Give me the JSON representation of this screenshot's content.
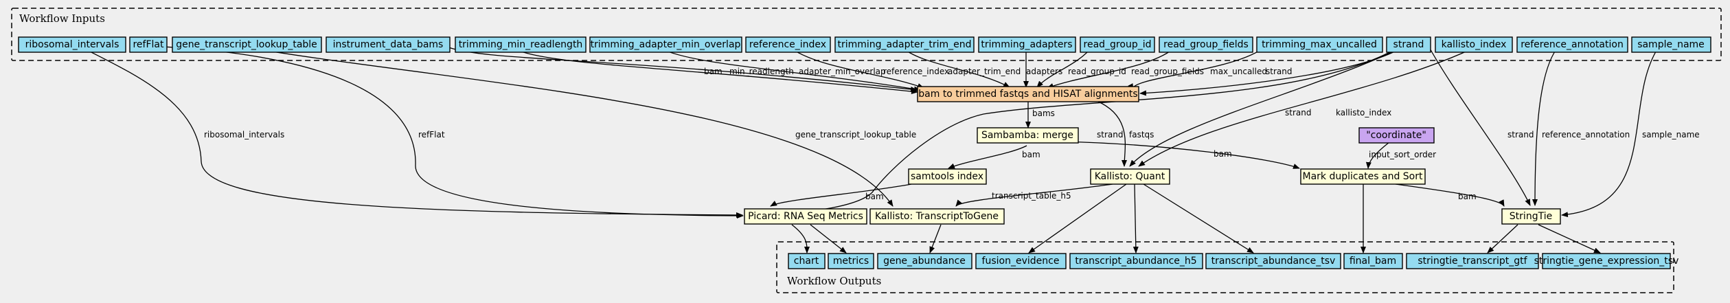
{
  "clusters": {
    "inputs_label": "Workflow Inputs",
    "outputs_label": "Workflow Outputs"
  },
  "colors": {
    "io_node": "#94dbf0",
    "step_node": "#ffffd8",
    "main_step_node": "#f8cd9c",
    "constant_node": "#c9a5f0",
    "background": "#efefef"
  },
  "inputs": {
    "ribosomal_intervals": "ribosomal_intervals",
    "refFlat": "refFlat",
    "gene_transcript_lookup_table": "gene_transcript_lookup_table",
    "instrument_data_bams": "instrument_data_bams",
    "trimming_min_readlength": "trimming_min_readlength",
    "trimming_adapter_min_overlap": "trimming_adapter_min_overlap",
    "reference_index": "reference_index",
    "trimming_adapter_trim_end": "trimming_adapter_trim_end",
    "trimming_adapters": "trimming_adapters",
    "read_group_id": "read_group_id",
    "read_group_fields": "read_group_fields",
    "trimming_max_uncalled": "trimming_max_uncalled",
    "strand": "strand",
    "kallisto_index": "kallisto_index",
    "reference_annotation": "reference_annotation",
    "sample_name": "sample_name"
  },
  "steps": {
    "bam_to_trimmed": "bam to trimmed fastqs and HISAT alignments",
    "sambamba_merge": "Sambamba: merge",
    "coordinate": "\"coordinate\"",
    "samtools_index": "samtools index",
    "kallisto_quant": "Kallisto: Quant",
    "mark_dup_sort": "Mark duplicates and Sort",
    "picard_rnaseq": "Picard: RNA Seq Metrics",
    "kallisto_t2g": "Kallisto: TranscriptToGene",
    "stringtie": "StringTie"
  },
  "outputs": {
    "chart": "chart",
    "metrics": "metrics",
    "gene_abundance": "gene_abundance",
    "fusion_evidence": "fusion_evidence",
    "transcript_abundance_h5": "transcript_abundance_h5",
    "transcript_abundance_tsv": "transcript_abundance_tsv",
    "final_bam": "final_bam",
    "stringtie_transcript_gtf": "stringtie_transcript_gtf",
    "stringtie_gene_expression_tsv": "stringtie_gene_expression_tsv"
  },
  "edge_labels": {
    "bam": "bam",
    "min_readlength": "min_readlength",
    "adapter_min_overlap": "adapter_min_overlap",
    "reference_index": "reference_index",
    "adapter_trim_end": "adapter_trim_end",
    "adapters": "adapters",
    "read_group_id": "read_group_id",
    "read_group_fields": "read_group_fields",
    "max_uncalled": "max_uncalled",
    "strand_main": "strand",
    "ribosomal_intervals": "ribosomal_intervals",
    "refFlat": "refFlat",
    "gene_transcript_lookup_table": "gene_transcript_lookup_table",
    "bams": "bams",
    "strand_picard": "strand",
    "fastqs": "fastqs",
    "strand_kallisto": "strand",
    "kallisto_index": "kallisto_index",
    "strand_stringtie": "strand",
    "reference_annotation": "reference_annotation",
    "sample_name": "sample_name",
    "bam_samtools": "bam",
    "bam_markdup": "bam",
    "input_sort_order": "input_sort_order",
    "bam_picard": "bam",
    "transcript_table_h5": "transcript_table_h5",
    "bam_stringtie": "bam"
  }
}
